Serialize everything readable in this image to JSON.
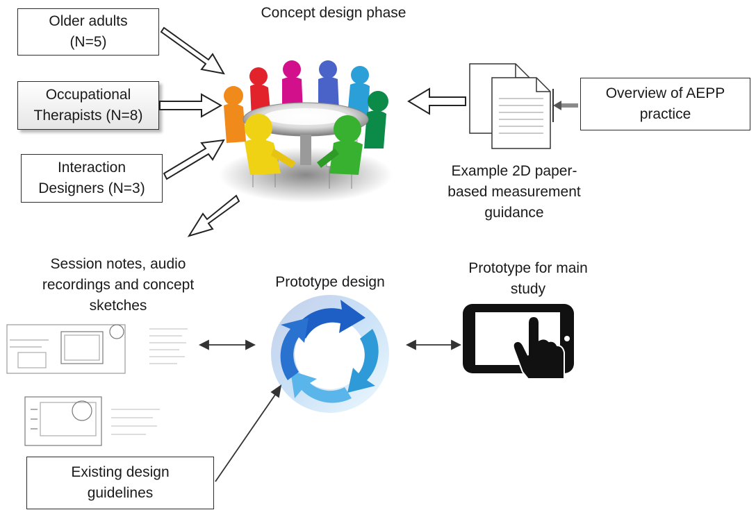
{
  "title": "Concept design phase",
  "inputs": [
    {
      "line1": "Older adults",
      "line2": "(N=5)"
    },
    {
      "line1": "Occupational",
      "line2": "Therapists (N=8)"
    },
    {
      "line1": "Interaction",
      "line2": "Designers (N=3)"
    }
  ],
  "overview": {
    "line1": "Overview of AEPP",
    "line2": "practice"
  },
  "example": {
    "line1": "Example 2D paper-",
    "line2": "based measurement",
    "line3": "guidance"
  },
  "session": {
    "line1": "Session notes, audio",
    "line2": "recordings and concept",
    "line3": "sketches"
  },
  "prototype_design": "Prototype design",
  "prototype_main": {
    "line1": "Prototype for main",
    "line2": "study"
  },
  "guidelines": {
    "line1": "Existing design",
    "line2": "guidelines"
  },
  "colors": {
    "people": [
      "#f08a1a",
      "#e3232b",
      "#d3108c",
      "#4a63c8",
      "#2a9fd8",
      "#0c8a48",
      "#f0d214",
      "#38b030"
    ],
    "cycle_blue": "#1f78d0",
    "border": "#2b2b2b"
  },
  "icons": [
    "round-table-people-icon",
    "documents-icon",
    "cycle-arrows-icon",
    "tablet-touch-icon",
    "sketch-image"
  ]
}
